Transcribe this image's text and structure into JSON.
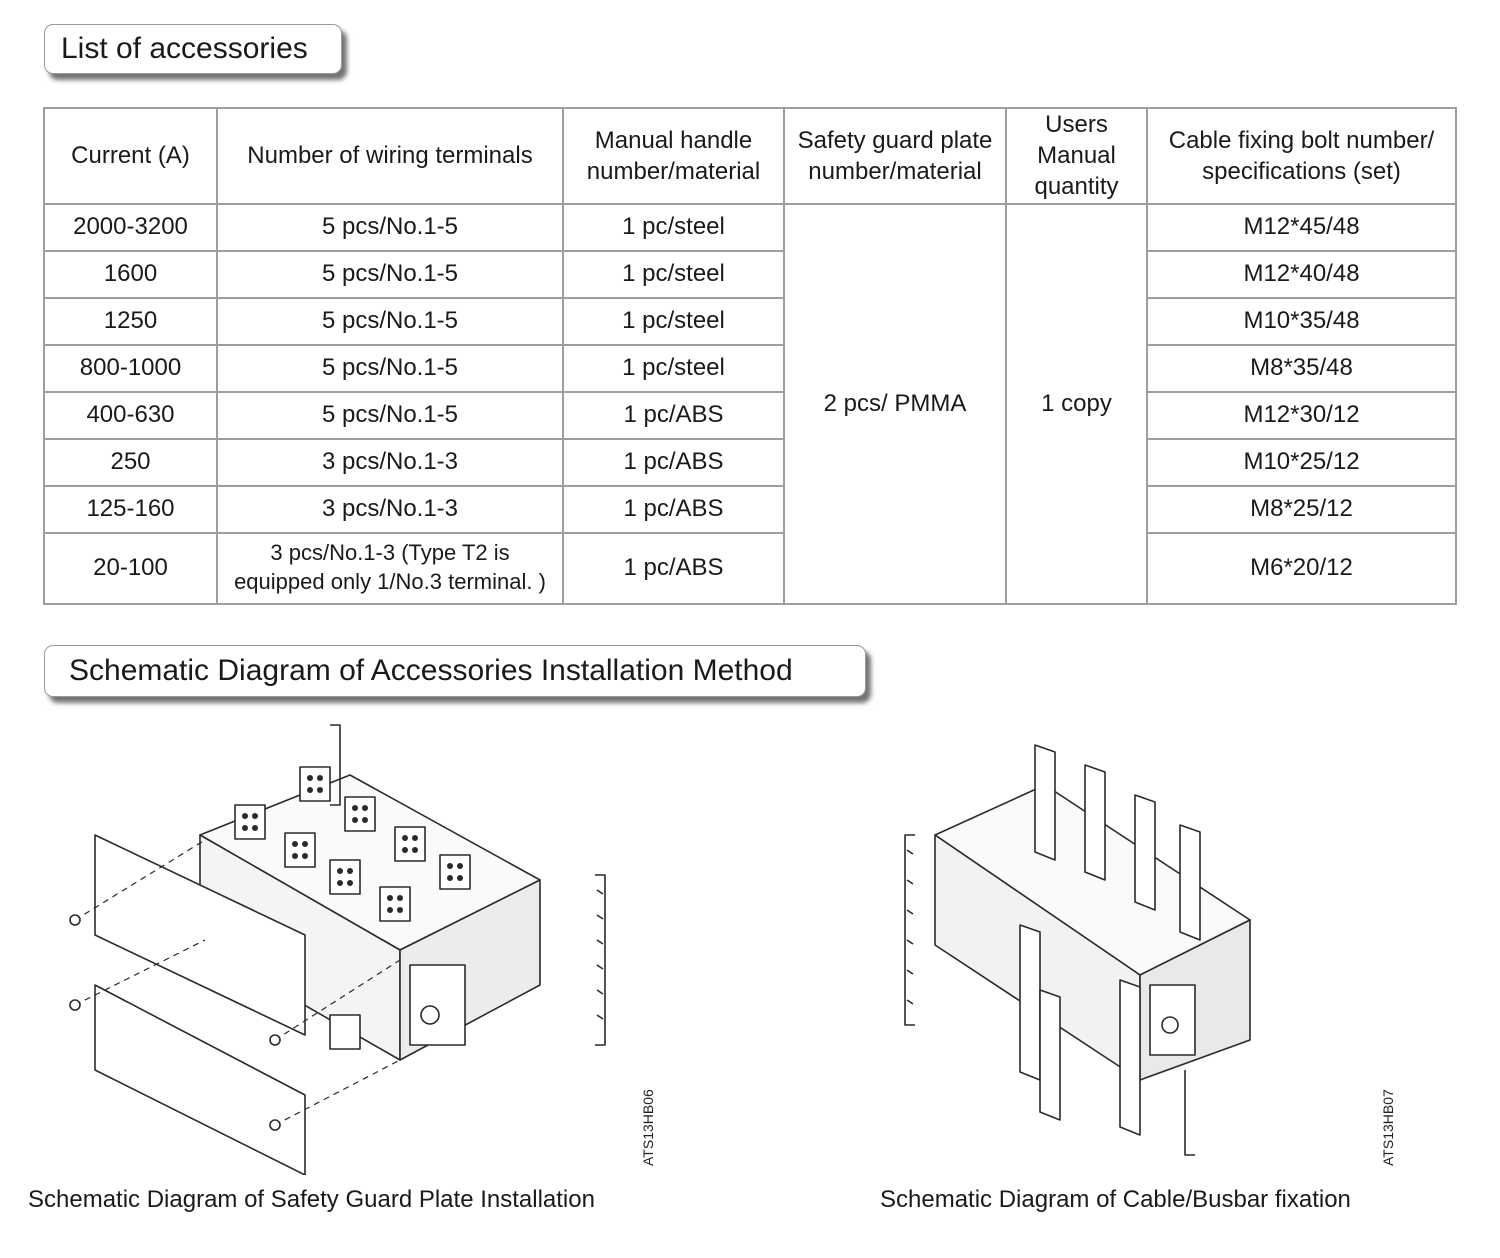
{
  "headings": {
    "accessories": "List of accessories",
    "schematic": "Schematic Diagram of Accessories Installation Method"
  },
  "table": {
    "headers": {
      "current": "Current (A)",
      "terminals": "Number of wiring terminals",
      "handle_1": "Manual handle",
      "handle_2": "number/material",
      "guard_1": "Safety guard plate",
      "guard_2": "number/material",
      "manual_1": "Users Manual",
      "manual_2": "quantity",
      "bolt_1": "Cable fixing bolt number/",
      "bolt_2": "specifications (set)"
    },
    "rows": [
      {
        "current": "2000-3200",
        "terminals": "5 pcs/No.1-5",
        "handle": "1 pc/steel",
        "bolt": "M12*45/48"
      },
      {
        "current": "1600",
        "terminals": "5 pcs/No.1-5",
        "handle": "1 pc/steel",
        "bolt": "M12*40/48"
      },
      {
        "current": "1250",
        "terminals": "5 pcs/No.1-5",
        "handle": "1 pc/steel",
        "bolt": "M10*35/48"
      },
      {
        "current": "800-1000",
        "terminals": "5 pcs/No.1-5",
        "handle": "1 pc/steel",
        "bolt": "M8*35/48"
      },
      {
        "current": "400-630",
        "terminals": "5 pcs/No.1-5",
        "handle": "1 pc/ABS",
        "bolt": "M12*30/12"
      },
      {
        "current": "250",
        "terminals": "3 pcs/No.1-3",
        "handle": "1 pc/ABS",
        "bolt": "M10*25/12"
      },
      {
        "current": "125-160",
        "terminals": "3 pcs/No.1-3",
        "handle": "1 pc/ABS",
        "bolt": "M8*25/12"
      },
      {
        "current": "20-100",
        "terminals_1": "3 pcs/No.1-3 (Type T2 is",
        "terminals_2": "equipped only 1/No.3 terminal. )",
        "handle": "1 pc/ABS",
        "bolt": "M6*20/12"
      }
    ],
    "guard_value": "2 pcs/ PMMA",
    "manual_value": "1 copy"
  },
  "figures": {
    "guard": {
      "code": "ATS13HB06",
      "caption": "Schematic Diagram of Safety Guard Plate Installation"
    },
    "cable": {
      "code": "ATS13HB07",
      "caption": "Schematic Diagram of Cable/Busbar fixation"
    }
  }
}
